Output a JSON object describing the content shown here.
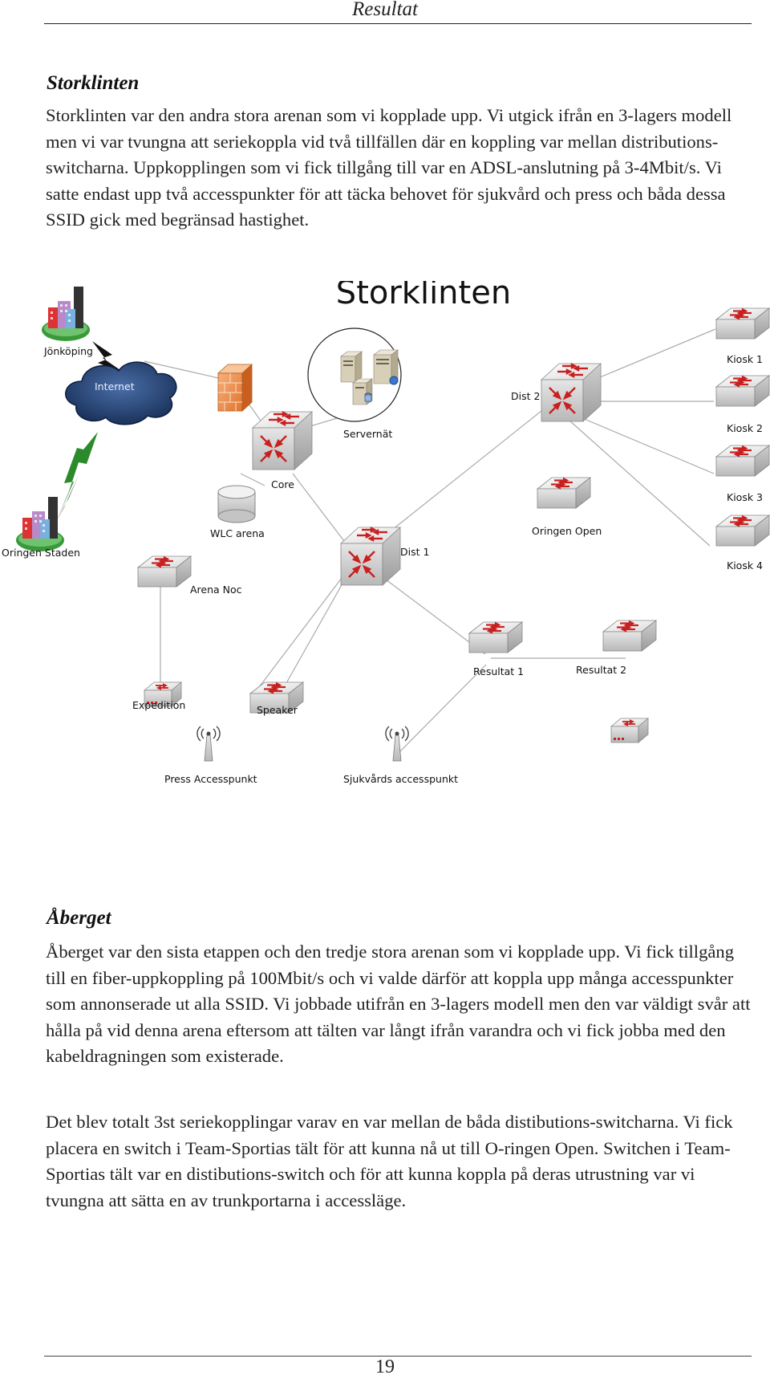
{
  "header": {
    "running_title": "Resultat"
  },
  "section1": {
    "heading": "Storklinten",
    "paragraph": "Storklinten var den andra stora arenan som vi kopplade upp. Vi utgick ifrån en 3-lagers modell men vi var tvungna att seriekoppla vid två tillfällen där en koppling var mellan distributions-switcharna. Uppkopplingen som vi fick tillgång till var en ADSL-anslutning på 3-4Mbit/s. Vi satte endast upp två accesspunkter för att täcka behovet för sjukvård och press och båda dessa SSID gick med begränsad hastighet."
  },
  "diagram": {
    "title": "Storklinten",
    "labels": {
      "jonkoping": "Jönköping",
      "internet": "Internet",
      "oringen_staden": "Oringen Staden",
      "servernat": "Servernät",
      "core": "Core",
      "wlc_arena": "WLC arena",
      "arena_noc": "Arena Noc",
      "dist1": "Dist 1",
      "dist2": "Dist 2",
      "oringen_open": "Oringen Open",
      "kiosk1": "Kiosk 1",
      "kiosk2": "Kiosk 2",
      "kiosk3": "Kiosk 3",
      "kiosk4": "Kiosk 4",
      "resultat1": "Resultat 1",
      "resultat2": "Resultat 2",
      "expedition": "Expedition",
      "speaker": "Speaker",
      "press_ap": "Press Accesspunkt",
      "sjukvard_ap": "Sjukvårds accesspunkt"
    },
    "icons": [
      "building-icon",
      "cloud-icon",
      "lightning-icon",
      "firewall-icon",
      "server-icon",
      "database-icon",
      "router-icon",
      "switch-icon",
      "wireless-ap-icon"
    ]
  },
  "section2": {
    "heading": "Åberget",
    "paragraph1": "Åberget var den sista etappen och den tredje stora arenan som vi kopplade upp. Vi fick tillgång till en fiber-uppkoppling på 100Mbit/s och vi valde därför att koppla upp många accesspunkter som annonserade ut alla SSID. Vi jobbade utifrån en 3-lagers modell men den var väldigt svår att hålla på vid denna arena eftersom att tälten var långt ifrån varandra och vi fick jobba med den kabeldragningen som existerade.",
    "paragraph2": "Det blev totalt 3st seriekopplingar varav en var mellan de båda distibutions-switcharna. Vi fick placera en switch i Team-Sportias tält för att kunna nå ut till O-ringen Open. Switchen i Team-Sportias tält var en distibutions-switch och för att kunna koppla på deras utrustning var vi tvungna att sätta en av trunkportarna i accessläge."
  },
  "footer": {
    "page_number": "19"
  }
}
